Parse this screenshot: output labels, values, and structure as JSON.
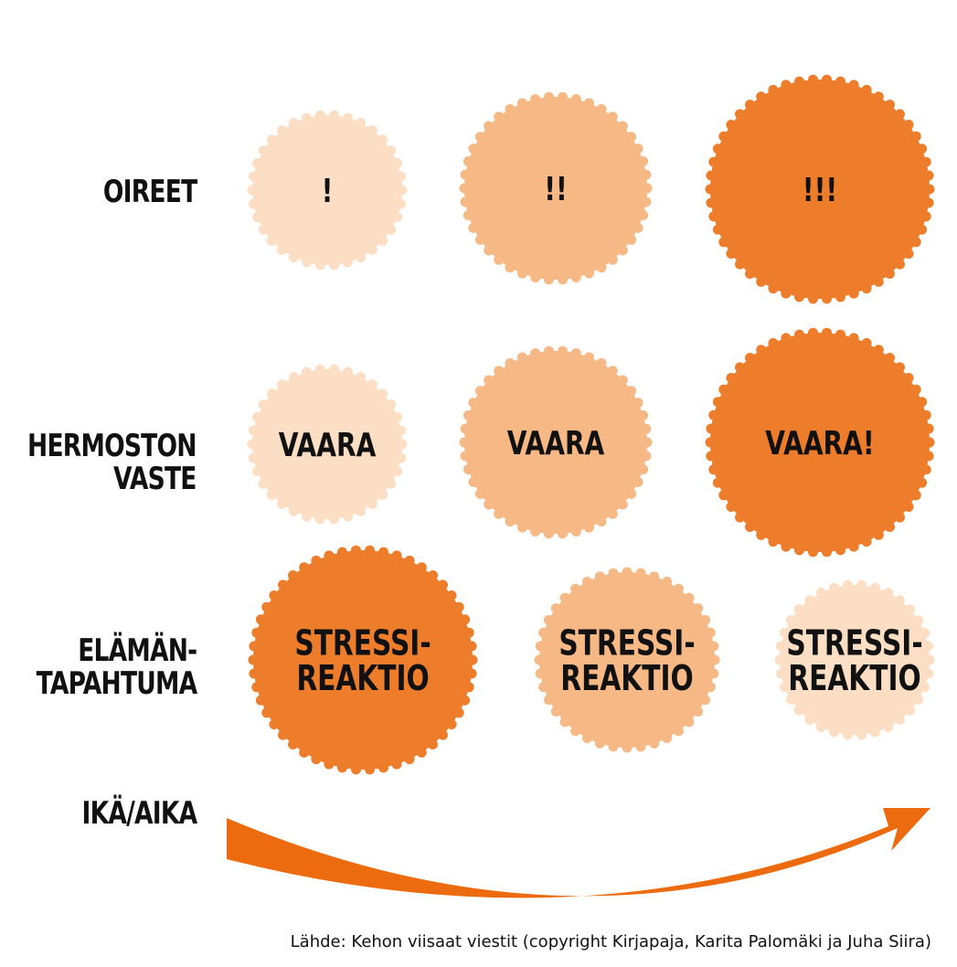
{
  "colors": {
    "light": "#fbdec3",
    "medium": "#f6b884",
    "dark": "#ed7d2b",
    "arrow": "#ec6b0f",
    "text": "#111111"
  },
  "row_labels": {
    "symptoms": "OIREET",
    "nervous_1": "HERMOSTON",
    "nervous_2": "VASTE",
    "life_1": "ELÄMÄN-",
    "life_2": "TAPAHTUMA",
    "time": "IKÄ/AIKA"
  },
  "bubbles": [
    {
      "id": "symptom-1",
      "shade": "light",
      "lines": [
        "!"
      ]
    },
    {
      "id": "symptom-2",
      "shade": "medium",
      "lines": [
        "!!"
      ]
    },
    {
      "id": "symptom-3",
      "shade": "dark",
      "lines": [
        "!!!"
      ]
    },
    {
      "id": "response-1",
      "shade": "light",
      "lines": [
        "VAARA"
      ]
    },
    {
      "id": "response-2",
      "shade": "medium",
      "lines": [
        "VAARA"
      ]
    },
    {
      "id": "response-3",
      "shade": "dark",
      "lines": [
        "VAARA!"
      ]
    },
    {
      "id": "event-1",
      "shade": "dark",
      "lines": [
        "STRESSI-",
        "REAKTIO"
      ]
    },
    {
      "id": "event-2",
      "shade": "medium",
      "lines": [
        "STRESSI-",
        "REAKTIO"
      ]
    },
    {
      "id": "event-3",
      "shade": "light",
      "lines": [
        "STRESSI-",
        "REAKTIO"
      ]
    }
  ],
  "source": "Lähde: Kehon viisaat viestit (copyright Kirjapaja, Karita Palomäki ja Juha Siira)"
}
